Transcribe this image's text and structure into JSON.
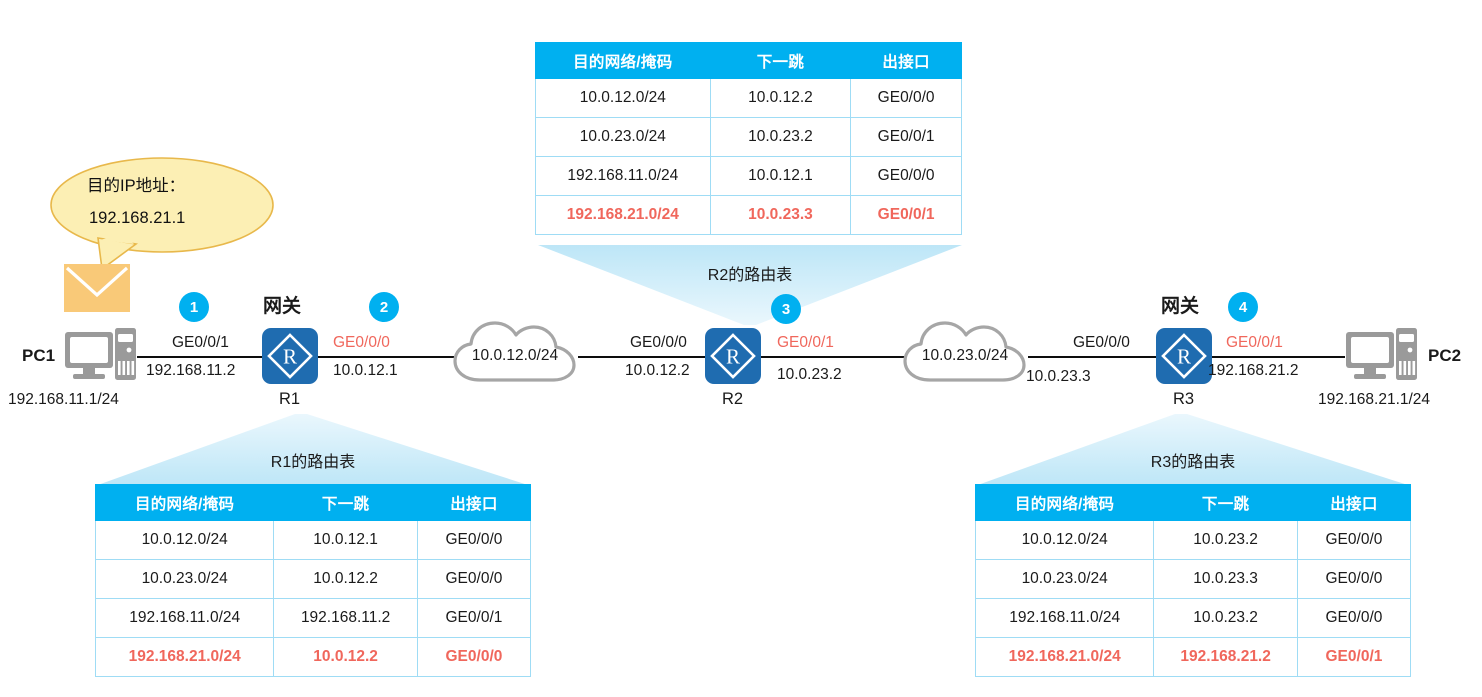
{
  "diagram": {
    "title": "IP routing forwarding process",
    "colors": {
      "table_header": "#00B0F0",
      "table_border": "#9FDCF5",
      "highlight_row": "#F0675C",
      "router_body": "#1F6CB0",
      "badge": "#00B0F0",
      "cloud_outline": "#A6A6A6",
      "pc_icon": "#9A9A9A",
      "envelope": "#F9C978",
      "callout_fill": "#FCEFB4",
      "callout_stroke": "#E8B84B",
      "link": "#0D0D0D"
    },
    "callout": {
      "line1": "目的IP地址：",
      "line2": "192.168.21.1"
    },
    "table_columns": [
      "目的网络/掩码",
      "下一跳",
      "出接口"
    ],
    "tables": [
      {
        "id": "r1",
        "title": "R1的路由表",
        "rows": [
          {
            "network": "10.0.12.0/24",
            "nexthop": "10.0.12.1",
            "iface": "GE0/0/0",
            "highlight": false
          },
          {
            "network": "10.0.23.0/24",
            "nexthop": "10.0.12.2",
            "iface": "GE0/0/0",
            "highlight": false
          },
          {
            "network": "192.168.11.0/24",
            "nexthop": "192.168.11.2",
            "iface": "GE0/0/1",
            "highlight": false
          },
          {
            "network": "192.168.21.0/24",
            "nexthop": "10.0.12.2",
            "iface": "GE0/0/0",
            "highlight": true
          }
        ]
      },
      {
        "id": "r2",
        "title": "R2的路由表",
        "rows": [
          {
            "network": "10.0.12.0/24",
            "nexthop": "10.0.12.2",
            "iface": "GE0/0/0",
            "highlight": false
          },
          {
            "network": "10.0.23.0/24",
            "nexthop": "10.0.23.2",
            "iface": "GE0/0/1",
            "highlight": false
          },
          {
            "network": "192.168.11.0/24",
            "nexthop": "10.0.12.1",
            "iface": "GE0/0/0",
            "highlight": false
          },
          {
            "network": "192.168.21.0/24",
            "nexthop": "10.0.23.3",
            "iface": "GE0/0/1",
            "highlight": true
          }
        ]
      },
      {
        "id": "r3",
        "title": "R3的路由表",
        "rows": [
          {
            "network": "10.0.12.0/24",
            "nexthop": "10.0.23.2",
            "iface": "GE0/0/0",
            "highlight": false
          },
          {
            "network": "10.0.23.0/24",
            "nexthop": "10.0.23.3",
            "iface": "GE0/0/0",
            "highlight": false
          },
          {
            "network": "192.168.11.0/24",
            "nexthop": "10.0.23.2",
            "iface": "GE0/0/0",
            "highlight": false
          },
          {
            "network": "192.168.21.0/24",
            "nexthop": "192.168.21.2",
            "iface": "GE0/0/1",
            "highlight": true
          }
        ]
      }
    ],
    "badges": [
      "1",
      "2",
      "3",
      "4"
    ],
    "nodes": {
      "pc1": {
        "name": "PC1",
        "address": "192.168.11.1/24"
      },
      "pc2": {
        "name": "PC2",
        "address": "192.168.21.1/24"
      },
      "r1": {
        "name": "R1",
        "gateway_label": "网关"
      },
      "r2": {
        "name": "R2"
      },
      "r3": {
        "name": "R3",
        "gateway_label": "网关"
      }
    },
    "clouds": [
      {
        "label": "10.0.12.0/24"
      },
      {
        "label": "10.0.23.0/24"
      }
    ],
    "interfaces": {
      "r1_left_if": "GE0/0/1",
      "r1_left_ip": "192.168.11.2",
      "r1_right_if": "GE0/0/0",
      "r1_right_ip": "10.0.12.1",
      "r2_left_if": "GE0/0/0",
      "r2_left_ip": "10.0.12.2",
      "r2_right_if": "GE0/0/1",
      "r2_right_ip": "10.0.23.2",
      "r3_left_if": "GE0/0/0",
      "r3_left_ip": "10.0.23.3",
      "r3_right_if": "GE0/0/1",
      "r3_right_ip": "192.168.21.2"
    }
  }
}
